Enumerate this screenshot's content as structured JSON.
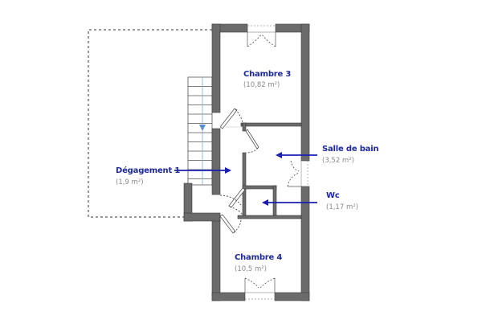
{
  "colors": {
    "wall": "#6b6b6b",
    "wall_edge": "#3a3a3a",
    "label": "#1f2a9a",
    "area": "#8a8a8a",
    "arrow": "#1a1fb0",
    "stair_arrow": "#5b8fd6"
  },
  "rooms": [
    {
      "name": "Chambre 3",
      "area": "(10,82 m²)"
    },
    {
      "name": "Salle de bain",
      "area": "(3,52 m²)"
    },
    {
      "name": "Dégagement 1",
      "area": "(1,9 m²)"
    },
    {
      "name": "Wc",
      "area": "(1,17 m²)"
    },
    {
      "name": "Chambre 4",
      "area": "(10,5 m²)"
    }
  ]
}
